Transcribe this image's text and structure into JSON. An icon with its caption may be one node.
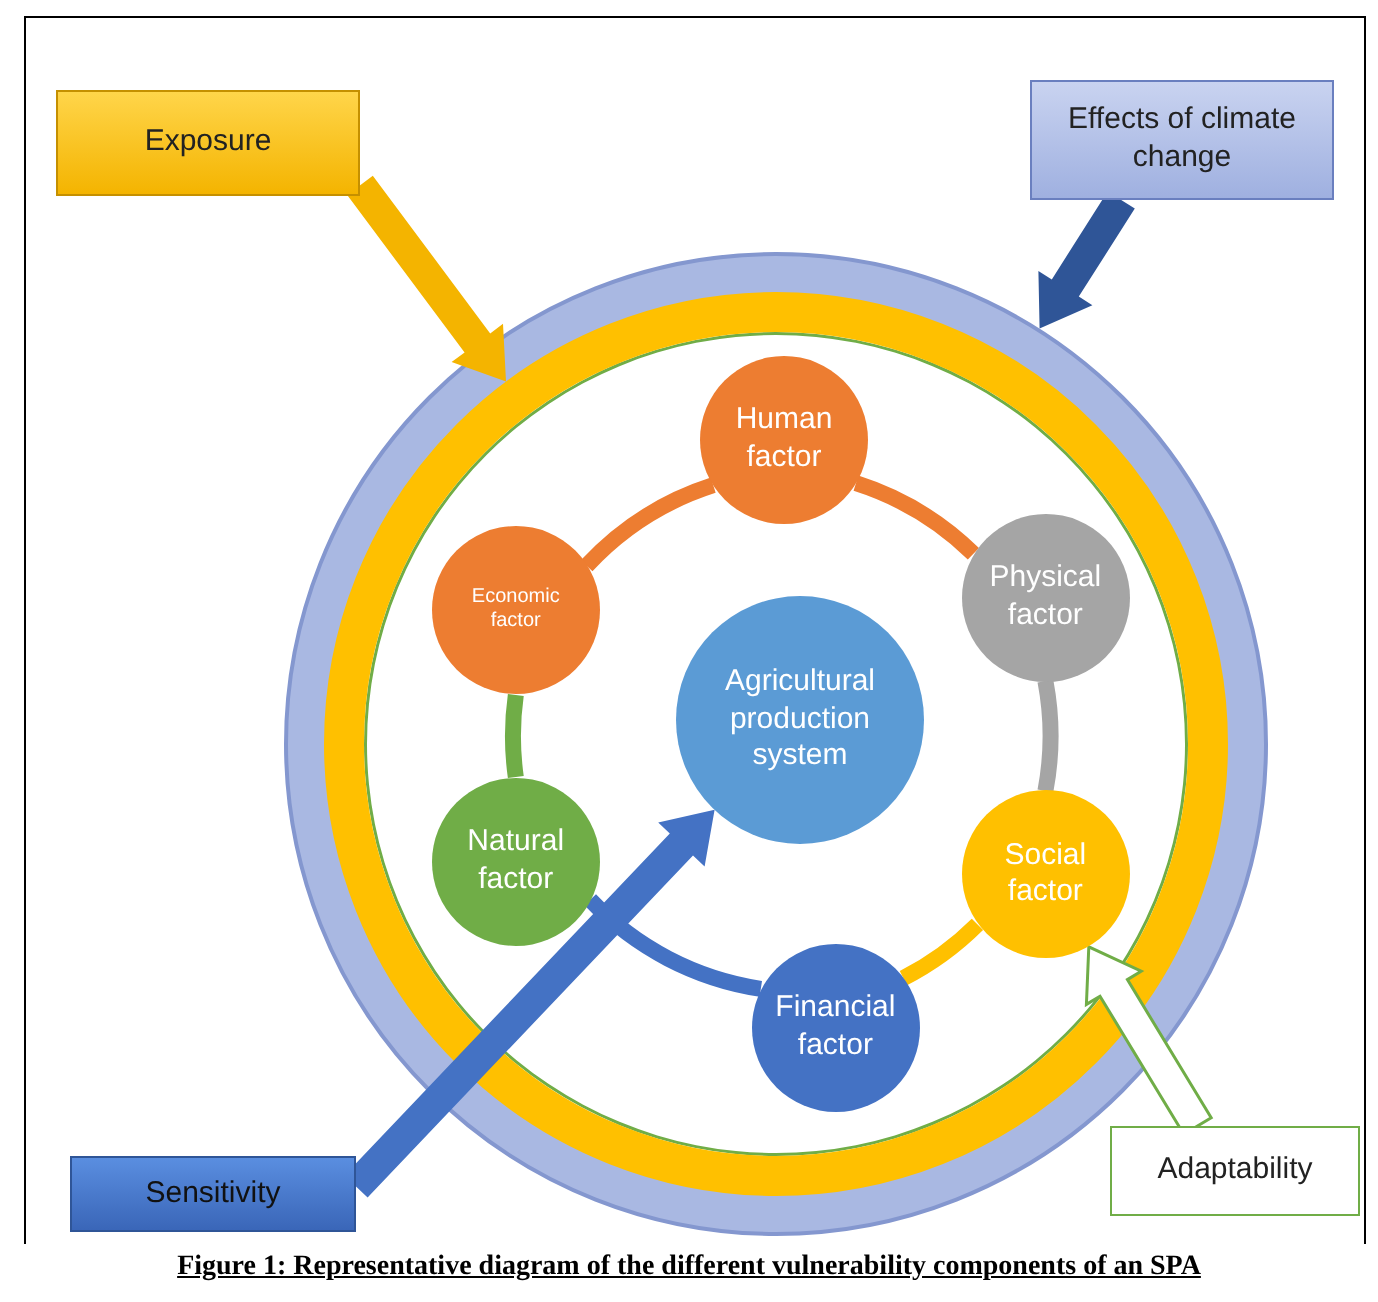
{
  "diagram": {
    "caption": "Figure 1: Representative diagram of the different vulnerability components of an SPA",
    "nodes": [
      {
        "text": [
          "Exposure"
        ]
      },
      {
        "text": [
          "Effects of climate change"
        ]
      },
      {
        "text": [],
        "shape": "circle"
      },
      {
        "text": [],
        "shape": "circle",
        "in": 2
      },
      {
        "text": [
          "Human factor"
        ],
        "in": 3
      },
      {
        "text": [
          "Economic factor"
        ],
        "in": 3
      },
      {
        "text": [
          "Physical factor"
        ],
        "in": 3
      },
      {
        "text": [
          "Agricultural production system"
        ],
        "in": 3
      },
      {
        "text": [
          "Natural factor"
        ],
        "in": 3
      },
      {
        "text": [
          "Social factor"
        ],
        "in": 3
      },
      {
        "text": [
          "Financial factor"
        ],
        "in": 3
      },
      {
        "text": [
          "Sensitivity"
        ]
      },
      {
        "text": [
          "Adaptability"
        ]
      }
    ],
    "edges": [
      {
        "from": 0,
        "to": 3,
        "arrow": "to",
        "style": "thick",
        "color": "#f4b400"
      },
      {
        "from": 1,
        "to": 2,
        "arrow": "to",
        "style": "thick",
        "color": "#2f5597"
      },
      {
        "from": 11,
        "to": 7,
        "arrow": "to",
        "style": "thick",
        "color": "#4472c4"
      },
      {
        "from": 12,
        "to": 9,
        "arrow": "to",
        "style": "thick",
        "color": "#70ad47"
      },
      {
        "from": 4,
        "to": 6,
        "arrow": "none",
        "color": "#ed7d31"
      },
      {
        "from": 6,
        "to": 9,
        "arrow": "none",
        "color": "#a5a5a5"
      },
      {
        "from": 9,
        "to": 10,
        "arrow": "none",
        "color": "#ffc000"
      },
      {
        "from": 10,
        "to": 8,
        "arrow": "none",
        "color": "#4472c4"
      },
      {
        "from": 8,
        "to": 5,
        "arrow": "none",
        "color": "#70ad47"
      },
      {
        "from": 5,
        "to": 4,
        "arrow": "none",
        "color": "#ed7d31"
      }
    ]
  }
}
